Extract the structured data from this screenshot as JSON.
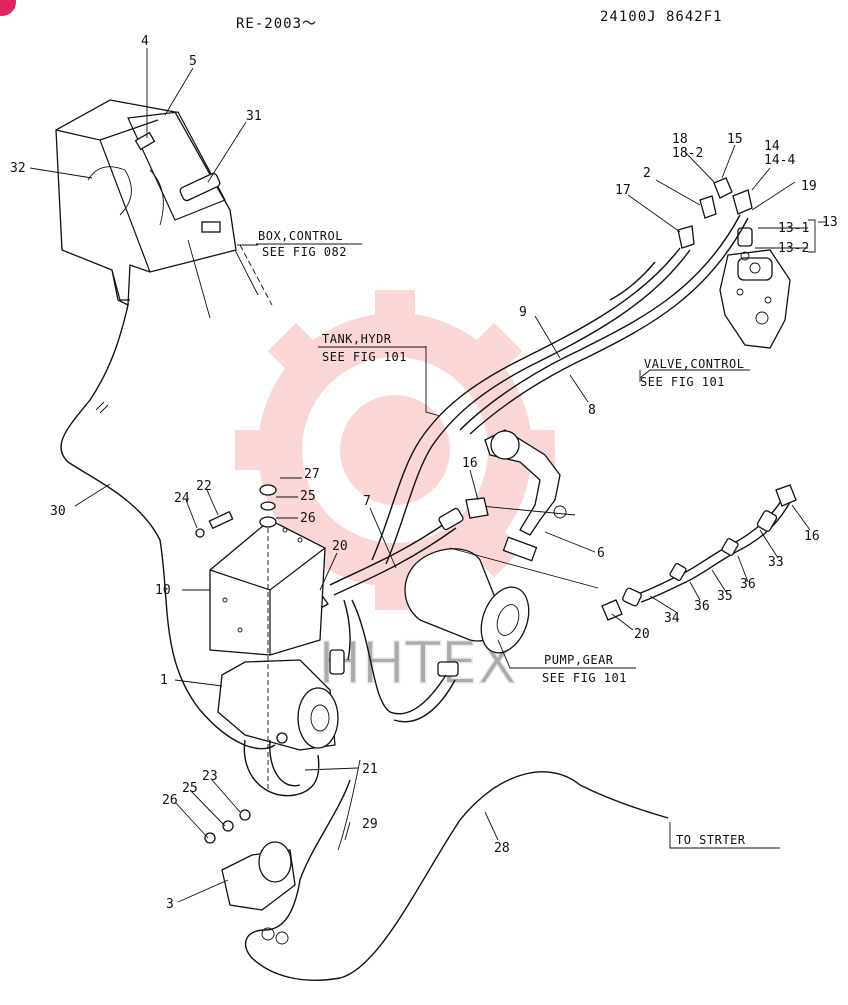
{
  "header": {
    "serial": "RE-2003～",
    "drawing_code": "24100J 8642F1"
  },
  "references": {
    "box_control": [
      "BOX,CONTROL",
      "SEE FIG 082"
    ],
    "tank_hydr": [
      "TANK,HYDR",
      "SEE FIG 101"
    ],
    "valve_control": [
      "VALVE,CONTROL",
      "SEE FIG 101"
    ],
    "pump_gear": [
      "PUMP,GEAR",
      "SEE FIG 101"
    ],
    "to_starter": "TO STRTER"
  },
  "callouts": [
    "4",
    "5",
    "31",
    "32",
    "18",
    "18-2",
    "15",
    "14",
    "14-4",
    "19",
    "17",
    "2",
    "13-1",
    "13",
    "13-2",
    "9",
    "8",
    "27",
    "25",
    "26",
    "22",
    "24",
    "16",
    "7",
    "6",
    "20",
    "10",
    "30",
    "1",
    "21",
    "23",
    "25",
    "26",
    "29",
    "28",
    "3",
    "16",
    "33",
    "36",
    "35",
    "36",
    "34",
    "20"
  ],
  "watermark": "HHTEX",
  "colors": {
    "line": "#111111",
    "watermark": "#f28b8b",
    "badge": "#e0245e"
  }
}
